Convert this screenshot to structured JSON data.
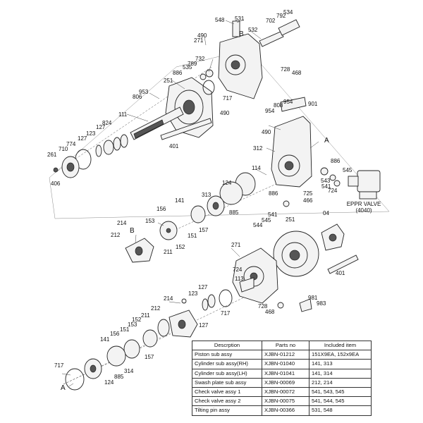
{
  "labels": [
    {
      "t": "548"
    },
    {
      "t": "531"
    },
    {
      "t": "792"
    },
    {
      "t": "534"
    },
    {
      "t": "702"
    },
    {
      "t": "532"
    },
    {
      "t": "B"
    },
    {
      "t": "490"
    },
    {
      "t": "271"
    },
    {
      "t": "732"
    },
    {
      "t": "789"
    },
    {
      "t": "535"
    },
    {
      "t": "886"
    },
    {
      "t": "728"
    },
    {
      "t": "468"
    },
    {
      "t": "251"
    },
    {
      "t": "953"
    },
    {
      "t": "806"
    },
    {
      "t": "717"
    },
    {
      "t": "490"
    },
    {
      "t": "111"
    },
    {
      "t": "824"
    },
    {
      "t": "127"
    },
    {
      "t": "123"
    },
    {
      "t": "127"
    },
    {
      "t": "774"
    },
    {
      "t": "710"
    },
    {
      "t": "261"
    },
    {
      "t": "406"
    },
    {
      "t": "401"
    },
    {
      "t": "954"
    },
    {
      "t": "808"
    },
    {
      "t": "954"
    },
    {
      "t": "901"
    },
    {
      "t": "490"
    },
    {
      "t": "A"
    },
    {
      "t": "312"
    },
    {
      "t": "886"
    },
    {
      "t": "545"
    },
    {
      "t": "543"
    },
    {
      "t": "541"
    },
    {
      "t": "724"
    },
    {
      "t": "886"
    },
    {
      "t": "725"
    },
    {
      "t": "466"
    },
    {
      "t": "114"
    },
    {
      "t": "124"
    },
    {
      "t": "313"
    },
    {
      "t": "141"
    },
    {
      "t": "885"
    },
    {
      "t": "156"
    },
    {
      "t": "153"
    },
    {
      "t": "157"
    },
    {
      "t": "151"
    },
    {
      "t": "214"
    },
    {
      "t": "B"
    },
    {
      "t": "212"
    },
    {
      "t": "152"
    },
    {
      "t": "211"
    },
    {
      "t": "541"
    },
    {
      "t": "545"
    },
    {
      "t": "544"
    },
    {
      "t": "04"
    },
    {
      "t": "251"
    },
    {
      "t": "271"
    },
    {
      "t": "401"
    },
    {
      "t": "724"
    },
    {
      "t": "113"
    },
    {
      "t": "127"
    },
    {
      "t": "123"
    },
    {
      "t": "214"
    },
    {
      "t": "717"
    },
    {
      "t": "212"
    },
    {
      "t": "127"
    },
    {
      "t": "981"
    },
    {
      "t": "983"
    },
    {
      "t": "728"
    },
    {
      "t": "468"
    },
    {
      "t": "211"
    },
    {
      "t": "152"
    },
    {
      "t": "153"
    },
    {
      "t": "151"
    },
    {
      "t": "156"
    },
    {
      "t": "141"
    },
    {
      "t": "157"
    },
    {
      "t": "717"
    },
    {
      "t": "314"
    },
    {
      "t": "885"
    },
    {
      "t": "124"
    },
    {
      "t": "A"
    }
  ],
  "eppr_label": {
    "line1": "EPPR VALVE",
    "line2": "(4040)"
  },
  "table": {
    "headers": [
      "Descrption",
      "Parts no",
      "Included item"
    ],
    "rows": [
      [
        "Piston sub assy",
        "XJBN-01212",
        "151X9EA, 152x9EA"
      ],
      [
        "Cylinder sub assy(RH)",
        "XJBN-01040",
        "141, 313"
      ],
      [
        "Cylinder sub assy(LH)",
        "XJBN-01041",
        "141, 314"
      ],
      [
        "Swash plate sub assy",
        "XJBN-00069",
        "212, 214"
      ],
      [
        "Check valve assy 1",
        "XJBN-00072",
        "541, 543, 545"
      ],
      [
        "Check valve assy 2",
        "XJBN-00075",
        "541, 544, 545"
      ],
      [
        "Tilting pin assy",
        "XJBN-00366",
        "531, 548"
      ]
    ]
  }
}
